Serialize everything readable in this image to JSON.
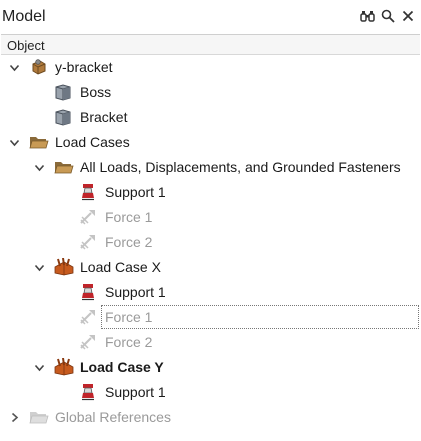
{
  "panel": {
    "title": "Model",
    "icons": [
      "binoculars-icon",
      "search-icon",
      "close-icon"
    ]
  },
  "columns": {
    "object": "Object"
  },
  "tree": {
    "ybracket": {
      "label": "y-bracket",
      "expanded": true
    },
    "boss": {
      "label": "Boss"
    },
    "bracket": {
      "label": "Bracket"
    },
    "load_cases": {
      "label": "Load Cases",
      "expanded": true
    },
    "all_loads": {
      "label": "All Loads, Displacements, and Grounded Fasteners",
      "expanded": true
    },
    "all_support1": {
      "label": "Support 1"
    },
    "all_force1": {
      "label": "Force 1",
      "state": "disabled"
    },
    "all_force2": {
      "label": "Force 2",
      "state": "disabled"
    },
    "lcx": {
      "label": "Load Case X",
      "expanded": true
    },
    "lcx_support1": {
      "label": "Support 1"
    },
    "lcx_force1": {
      "label": "Force 1",
      "state": "disabled",
      "focused": true
    },
    "lcx_force2": {
      "label": "Force 2",
      "state": "disabled"
    },
    "lcy": {
      "label": "Load Case Y",
      "expanded": true,
      "active": true
    },
    "lcy_support1": {
      "label": "Support 1"
    },
    "global_refs": {
      "label": "Global References",
      "expanded": false,
      "state": "disabled"
    }
  }
}
